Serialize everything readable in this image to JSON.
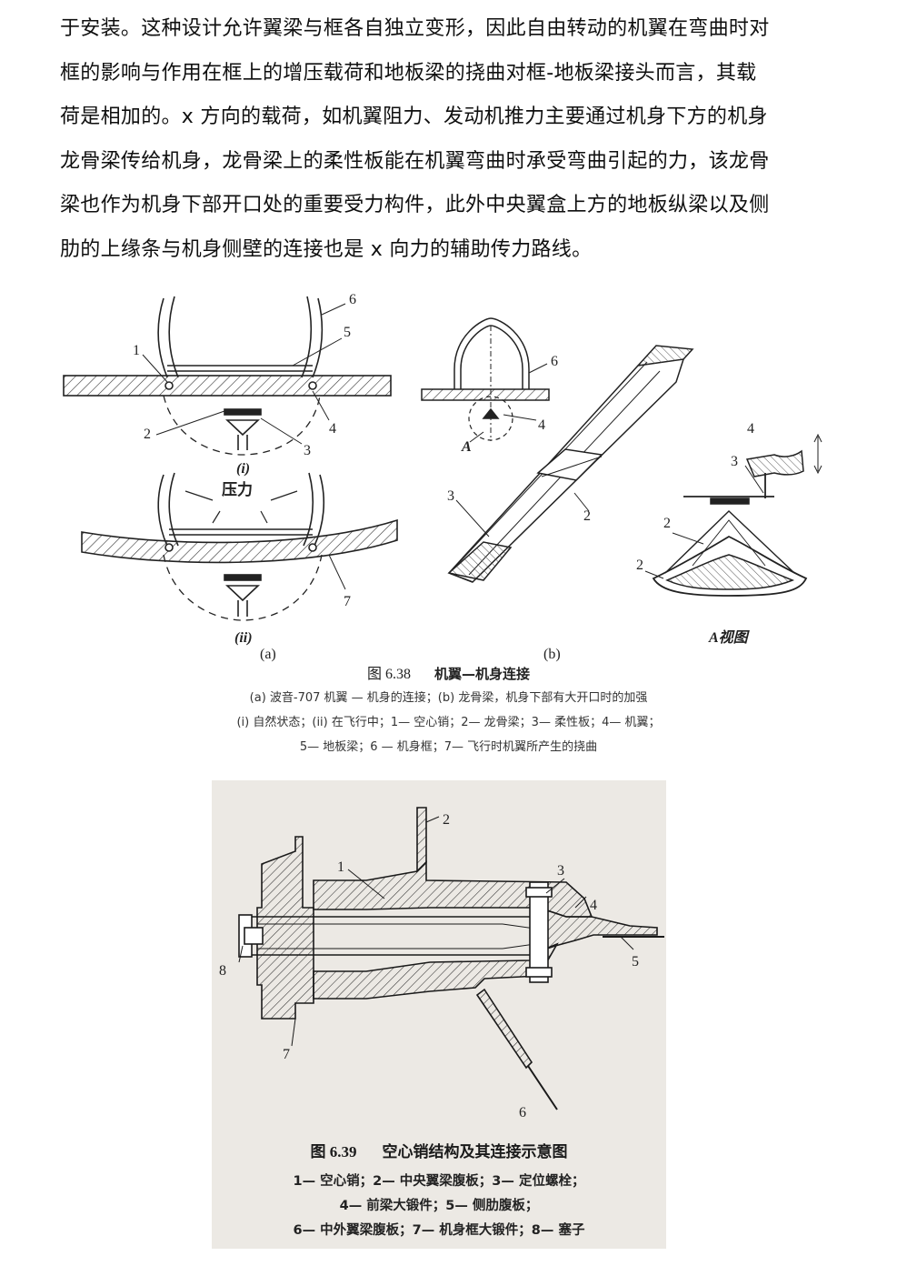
{
  "body": {
    "lines": [
      "于安装。这种设计允许翼梁与框各自独立变形，因此自由转动的机翼在弯曲时对",
      "框的影响与作用在框上的增压载荷和地板梁的挠曲对框-地板梁接头而言，其载",
      "荷是相加的。x 方向的载荷，如机翼阻力、发动机推力主要通过机身下方的机身",
      "龙骨梁传给机身，龙骨梁上的柔性板能在机翼弯曲时承受弯曲引起的力，该龙骨",
      "梁也作为机身下部开口处的重要受力构件，此外中央翼盒上方的地板纵梁以及侧",
      "肋的上缘条与机身侧壁的连接也是 x 向力的辅助传力路线。"
    ]
  },
  "figure_6_38": {
    "diagram_labels": {
      "n1": "1",
      "n2": "2",
      "n3": "3",
      "n4": "4",
      "n5": "5",
      "n6": "6",
      "n7": "7",
      "state_i": "(i)",
      "state_ii": "(ii)",
      "pressure": "压力",
      "b_n2a": "2",
      "b_n3": "3",
      "b_n4": "4",
      "b_n6": "6",
      "b_arrow_A": "A",
      "c_n2a": "2",
      "c_n2b": "2",
      "c_n3": "3",
      "c_n4": "4",
      "sub_a": "(a)",
      "sub_b": "(b)",
      "view_a": "A视图"
    },
    "caption": {
      "number": "图 6.38",
      "title": "机翼—机身连接",
      "lines": [
        "(a) 波音-707 机翼 — 机身的连接；(b) 龙骨梁，机身下部有大开口时的加强",
        "(i) 自然状态；(ii) 在飞行中；1— 空心销；2— 龙骨梁；3— 柔性板；4— 机翼；",
        "5— 地板梁；6 — 机身框；7— 飞行时机翼所产生的挠曲"
      ]
    }
  },
  "figure_6_39": {
    "diagram_labels": {
      "n1": "1",
      "n2": "2",
      "n3": "3",
      "n4": "4",
      "n5": "5",
      "n6": "6",
      "n7": "7",
      "n8": "8"
    },
    "caption": {
      "number": "图 6.39",
      "title": "空心销结构及其连接示意图",
      "lines": [
        "1— 空心销；2— 中央翼梁腹板；3— 定位螺栓；",
        "4— 前梁大锻件；5— 侧肋腹板；",
        "6— 中外翼梁腹板；7— 机身框大锻件；8— 塞子"
      ]
    }
  }
}
